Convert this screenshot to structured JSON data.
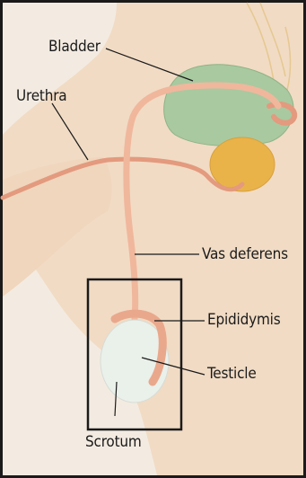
{
  "labels": {
    "bladder": "Bladder",
    "urethra": "Urethra",
    "vas_deferens": "Vas deferens",
    "epididymis": "Epididymis",
    "testicle": "Testicle",
    "scrotum": "Scrotum"
  },
  "colors": {
    "background": "#f3ebe1",
    "body": "#f1dbc4",
    "bladder": "#a9c9a0",
    "prostate": "#e9b34a",
    "duct": "#e9a88c",
    "testicle": "#eaf0ea",
    "outline": "#1a1a1a"
  }
}
